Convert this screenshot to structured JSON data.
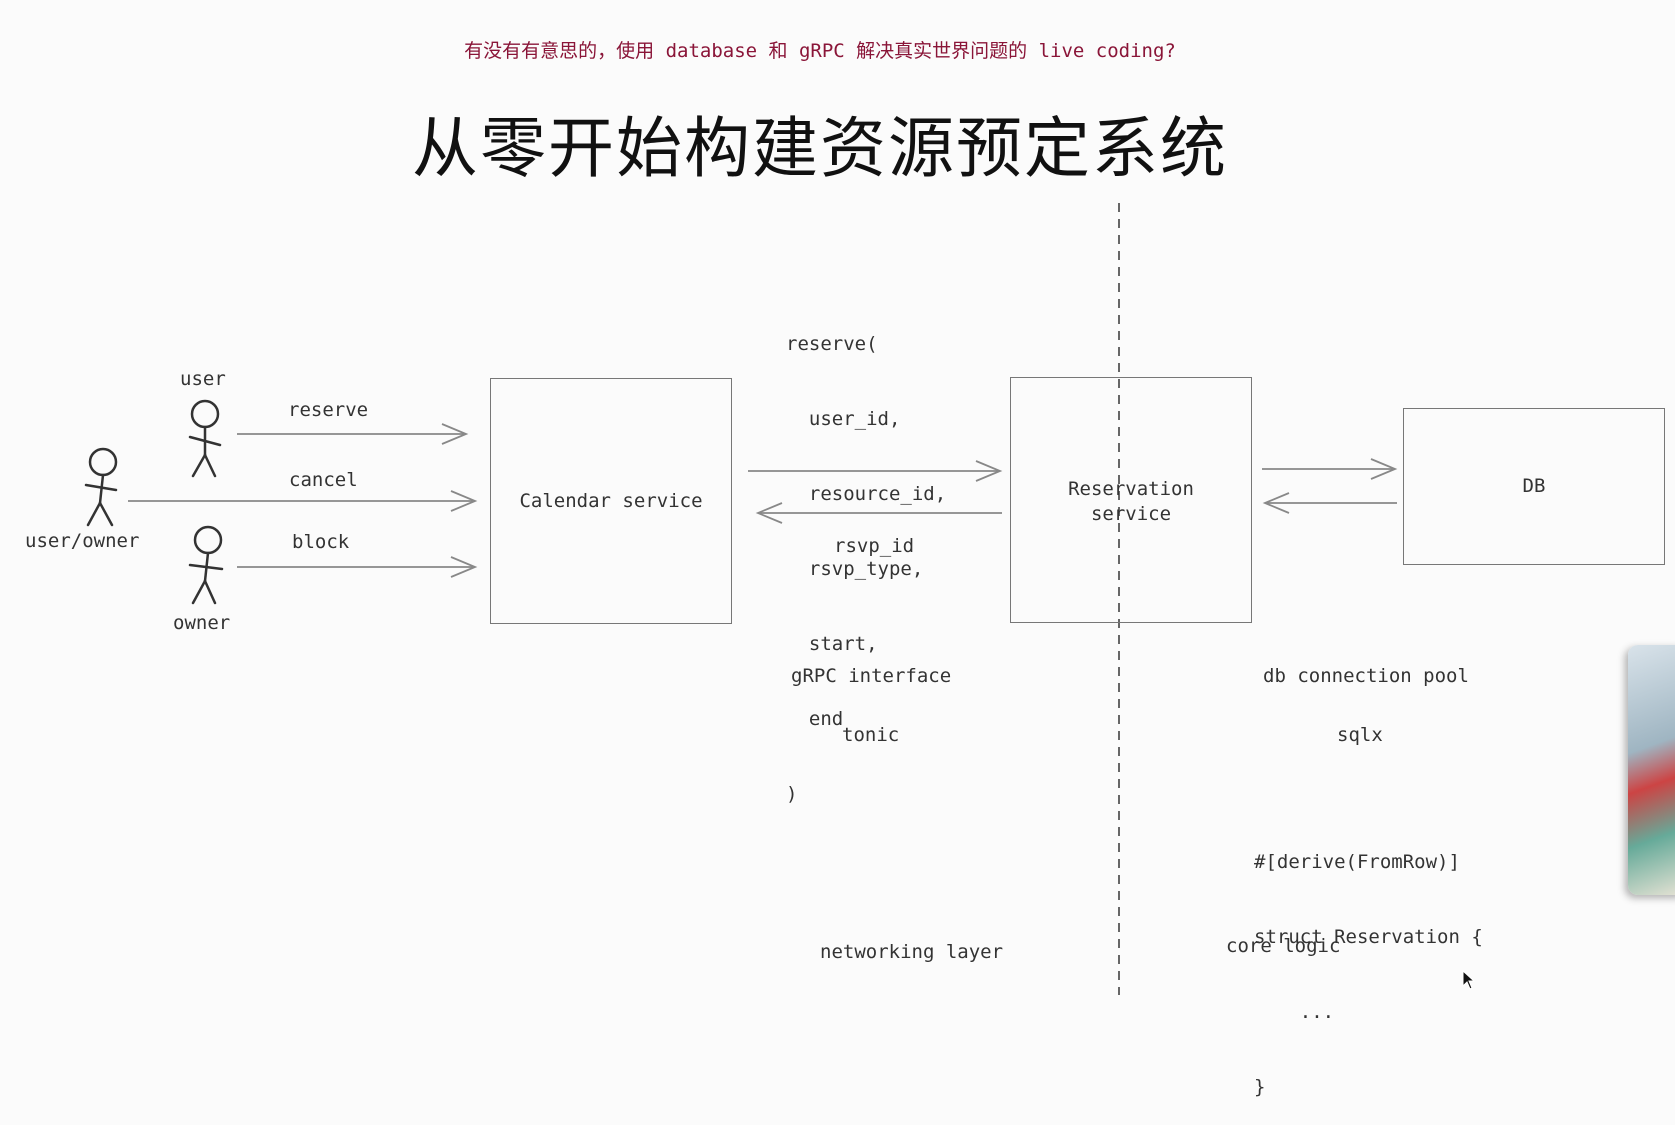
{
  "header": {
    "subtitle": "有没有有意思的，使用 database 和 gRPC 解决真实世界问题的 live coding?",
    "title": "从零开始构建资源预定系统"
  },
  "actors": {
    "user": "user",
    "user_owner": "user/owner",
    "owner": "owner"
  },
  "actions": {
    "reserve": "reserve",
    "cancel": "cancel",
    "block": "block"
  },
  "boxes": {
    "calendar": "Calendar service",
    "reservation_line1": "Reservation",
    "reservation_line2": "service",
    "db": "DB"
  },
  "rpc_call": [
    "reserve(",
    "  user_id,",
    "  resource_id,",
    "  rsvp_type,",
    "  start,",
    "  end",
    ")"
  ],
  "rpc_return": "rsvp_id",
  "left_notes": {
    "interface": "gRPC interface",
    "lib": "tonic",
    "layer": "networking layer"
  },
  "right_notes": {
    "pool": "db connection pool",
    "lib": "sqlx",
    "code": [
      "#[derive(FromRow)]",
      "struct Reservation {",
      "    ...",
      "}"
    ],
    "layer": "core logic"
  }
}
